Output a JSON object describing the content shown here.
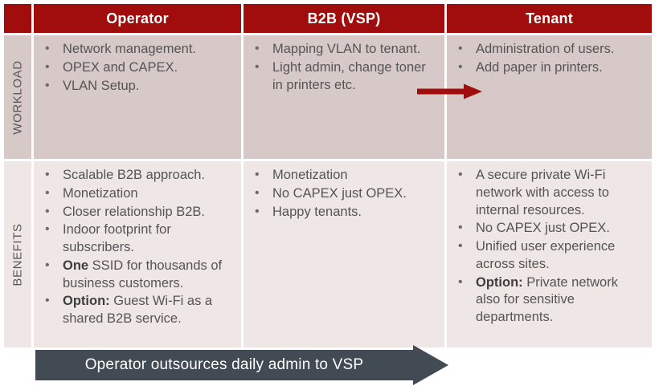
{
  "diagram": {
    "title": "Operator / B2B (VSP) / Tenant responsibility matrix",
    "colors": {
      "header_red": "#a10d0d",
      "arrow_red": "#a10d0d",
      "workload_row_bg": "#d8c9c9",
      "benefits_row_bg": "#efe6e6",
      "banner_dark": "#424a54",
      "text_gray": "#555555"
    },
    "columns": [
      {
        "key": "spacer",
        "label": ""
      },
      {
        "key": "operator",
        "label": "Operator"
      },
      {
        "key": "b2b",
        "label": "B2B (VSP)"
      },
      {
        "key": "tenant",
        "label": "Tenant"
      }
    ],
    "rows": [
      {
        "key": "workload",
        "label": "WORKLOAD",
        "cells": {
          "operator": [
            {
              "text": "Network management."
            },
            {
              "text": "OPEX and CAPEX."
            },
            {
              "text": "VLAN Setup."
            }
          ],
          "b2b": [
            {
              "text": "Mapping VLAN to tenant."
            },
            {
              "text": "Light admin, change toner in printers etc."
            }
          ],
          "tenant": [
            {
              "text": "Administration of users."
            },
            {
              "text": "Add paper in printers."
            }
          ]
        }
      },
      {
        "key": "benefits",
        "label": "BENEFITS",
        "cells": {
          "operator": [
            {
              "text": "Scalable B2B approach."
            },
            {
              "text": "Monetization"
            },
            {
              "text": "Closer relationship B2B."
            },
            {
              "text": "Indoor footprint for subscribers."
            },
            {
              "bold": "One",
              "text": " SSID for thousands of business customers."
            },
            {
              "bold": "Option:",
              "text": " Guest Wi-Fi as a shared B2B service."
            }
          ],
          "b2b": [
            {
              "text": "Monetization"
            },
            {
              "text": "No CAPEX just OPEX."
            },
            {
              "text": "Happy tenants."
            }
          ],
          "tenant": [
            {
              "text": "A secure private Wi-Fi network with access to internal resources."
            },
            {
              "text": "No CAPEX just OPEX."
            },
            {
              "text": "Unified user experience across sites."
            },
            {
              "bold": "Option:",
              "text": " Private network also for sensitive departments."
            }
          ]
        }
      }
    ],
    "handoff_arrow": {
      "name": "b2b-to-tenant-arrow",
      "direction": "right"
    },
    "banner": {
      "label": "Operator outsources daily admin to VSP",
      "direction": "right"
    }
  }
}
